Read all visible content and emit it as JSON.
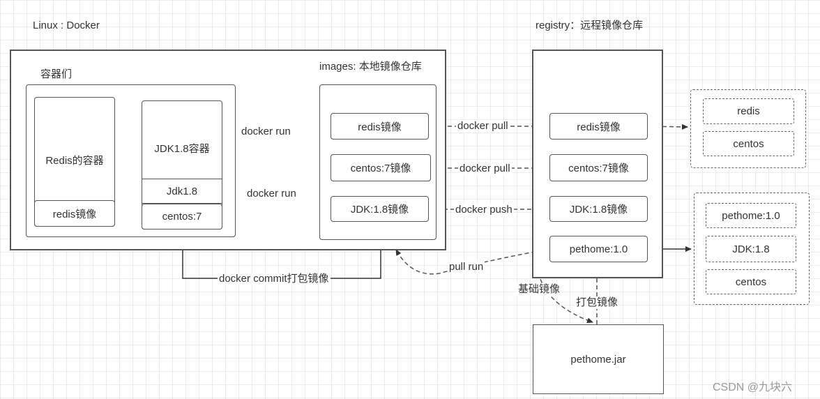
{
  "labels": {
    "linux_docker": "Linux : Docker",
    "registry": "registry：远程镜像仓库",
    "containers": "容器们",
    "images_local": "images: 本地镜像仓库"
  },
  "containers": {
    "redis_container": "Redis的容器",
    "redis_image": "redis镜像",
    "jdk_container": "JDK1.8容器",
    "jdk_layer": "Jdk1.8",
    "centos_layer": "centos:7"
  },
  "local_images": [
    "redis镜像",
    "centos:7镜像",
    "JDK:1.8镜像"
  ],
  "registry_images": [
    "redis镜像",
    "centos:7镜像",
    "JDK:1.8镜像",
    "pethome:1.0"
  ],
  "redis_layers": [
    "redis",
    "centos"
  ],
  "pethome_layers": [
    "pethome:1.0",
    "JDK:1.8",
    "centos"
  ],
  "jar": "pethome.jar",
  "edges": {
    "docker_run_1": "docker run",
    "docker_run_2": "docker run",
    "docker_pull_1": "docker pull",
    "docker_pull_2": "docker pull",
    "docker_push": "docker push",
    "pull_run": "pull run",
    "docker_commit": "docker commit打包镜像",
    "base_image": "基础镜像",
    "package_image": "打包镜像"
  },
  "watermark": "CSDN @九块六"
}
